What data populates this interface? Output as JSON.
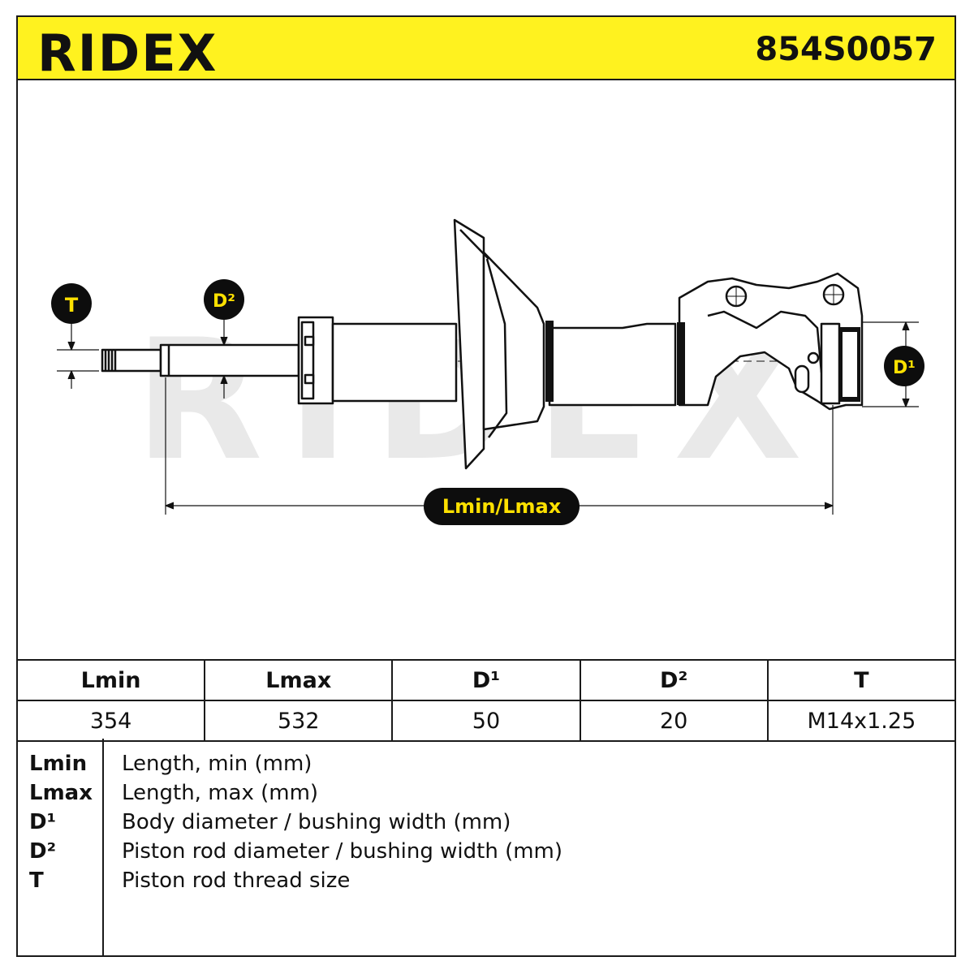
{
  "header": {
    "brand": "RIDEX",
    "part_number": "854S0057"
  },
  "drawing": {
    "watermark": "RIDEX",
    "badges": {
      "t": "T",
      "d2": "D²",
      "d1": "D¹",
      "length": "Lmin/Lmax"
    },
    "colors": {
      "badge_bg": "#0d0d0d",
      "badge_text": "#ffe100",
      "watermark": "#e9e9e9",
      "accent": "#fff21f"
    }
  },
  "specs": {
    "headers": [
      "Lmin",
      "Lmax",
      "D¹",
      "D²",
      "T"
    ],
    "values": [
      "354",
      "532",
      "50",
      "20",
      "M14x1.25"
    ]
  },
  "legend": [
    {
      "key": "Lmin",
      "desc": "Length, min (mm)"
    },
    {
      "key": "Lmax",
      "desc": "Length, max (mm)"
    },
    {
      "key": "D¹",
      "desc": "Body diameter / bushing width (mm)"
    },
    {
      "key": "D²",
      "desc": "Piston rod diameter / bushing width (mm)"
    },
    {
      "key": "T",
      "desc": "Piston rod thread size"
    }
  ]
}
